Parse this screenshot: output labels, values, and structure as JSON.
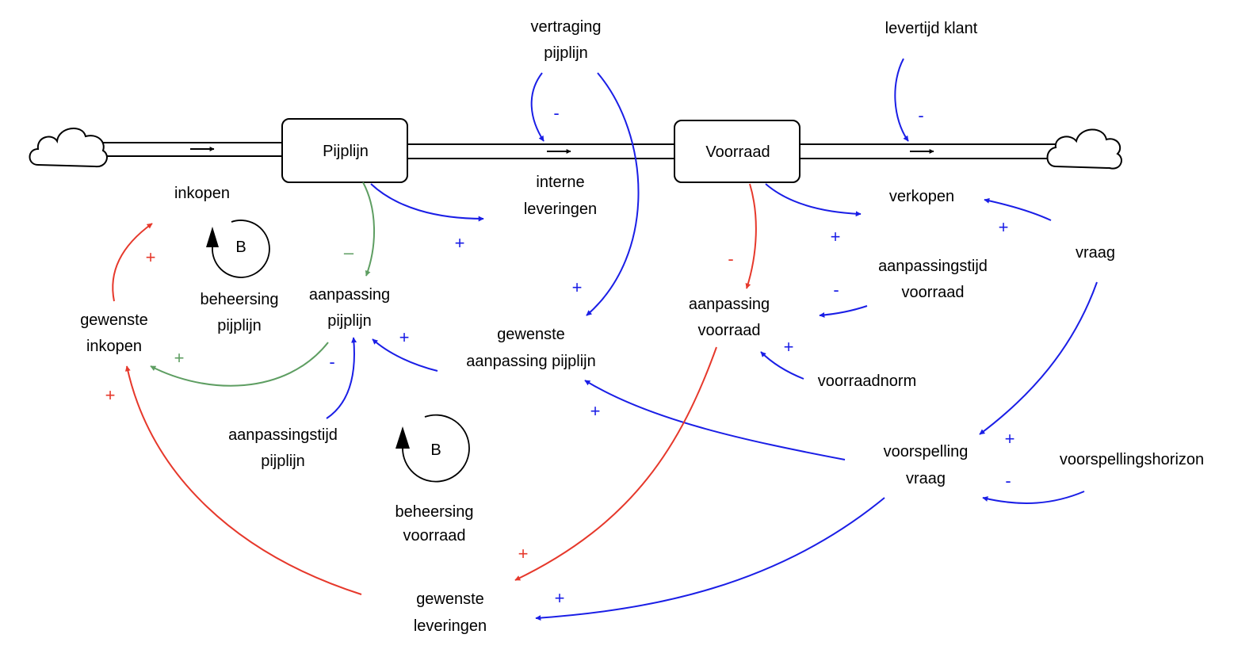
{
  "colors": {
    "blue": "#1a1ee6",
    "red": "#e6382b",
    "green": "#5e9e62",
    "black": "#000000"
  },
  "stocks": {
    "pijplijn": "Pijplijn",
    "voorraad": "Voorraad"
  },
  "flows": {
    "inkopen": "inkopen",
    "interne_leveringen": [
      "interne",
      "leveringen"
    ],
    "verkopen": "verkopen"
  },
  "variables": {
    "vertraging_pijplijn": [
      "vertraging",
      "pijplijn"
    ],
    "levertijd_klant": "levertijd klant",
    "gewenste_inkopen": [
      "gewenste",
      "inkopen"
    ],
    "aanpassing_pijplijn": [
      "aanpassing",
      "pijplijn"
    ],
    "gewenste_aanpassing_pijplijn": [
      "gewenste",
      "aanpassing pijplijn"
    ],
    "aanpassing_voorraad": [
      "aanpassing",
      "voorraad"
    ],
    "aanpassingstijd_voorraad": [
      "aanpassingstijd",
      "voorraad"
    ],
    "vraag": "vraag",
    "voorraadnorm": "voorraadnorm",
    "aanpassingstijd_pijplijn": [
      "aanpassingstijd",
      "pijplijn"
    ],
    "voorspelling_vraag": [
      "voorspelling",
      "vraag"
    ],
    "voorspellingshorizon": "voorspellingshorizon",
    "gewenste_leveringen": [
      "gewenste",
      "leveringen"
    ]
  },
  "loops": [
    {
      "type": "B",
      "name": [
        "beheersing",
        "pijplijn"
      ]
    },
    {
      "type": "B",
      "name": [
        "beheersing",
        "voorraad"
      ]
    }
  ],
  "polarities": {
    "plus": "+",
    "minus": "-",
    "minus_green": "–"
  }
}
